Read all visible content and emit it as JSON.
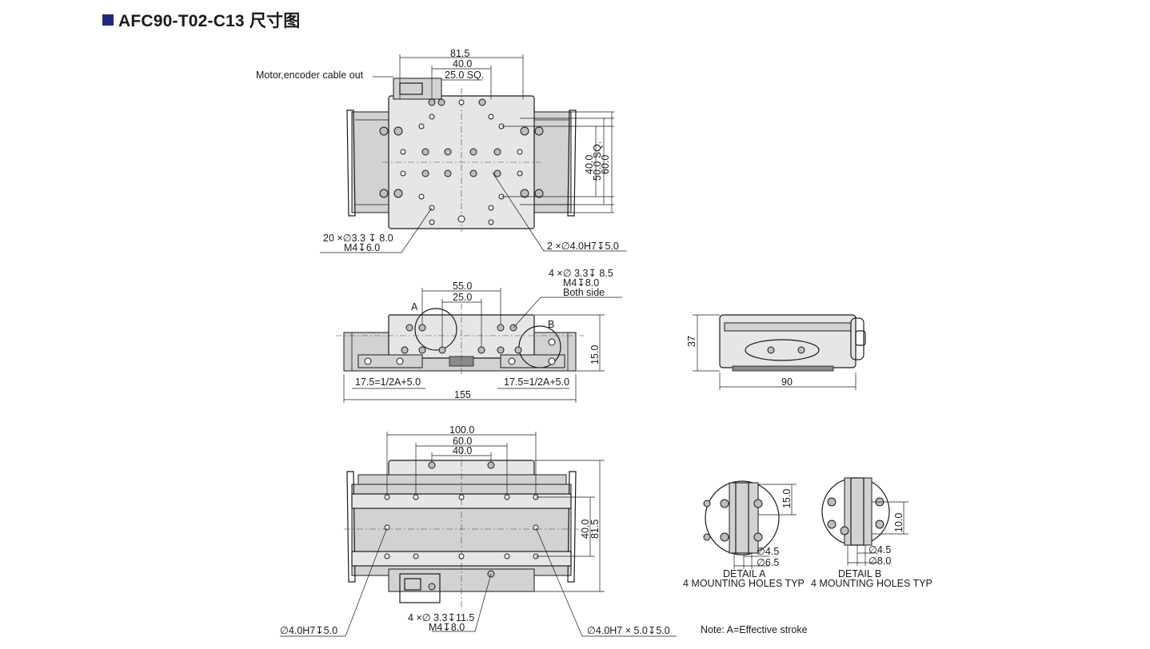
{
  "title": "AFC90-T02-C13 尺寸图",
  "top_view": {
    "dim_81_5": "81.5",
    "dim_40_0": "40.0",
    "dim_25_sq": "25.0 SQ.",
    "cable_label": "Motor,encoder cable out",
    "dim_v40": "40.0",
    "dim_v50": "50.0 SQ.",
    "dim_v60": "60.0",
    "holes_note_1": "20 ×∅3.3 ↧ 8.0",
    "holes_note_2": "M4↧6.0",
    "pin_note": "2 ×∅4.0H7↧5.0"
  },
  "side_view": {
    "dim_55": "55.0",
    "dim_25": "25.0",
    "note_1": "4 ×∅ 3.3↧ 8.5",
    "note_2": "M4↧8.0",
    "note_3": "Both side",
    "label_a": "A",
    "label_b": "B",
    "dim_15": "15.0",
    "dim_left": "17.5=1/2A+5.0",
    "dim_right": "17.5=1/2A+5.0",
    "dim_155": "155"
  },
  "end_view": {
    "dim_37": "37",
    "dim_90": "90"
  },
  "bottom_view": {
    "dim_100": "100.0",
    "dim_60": "60.0",
    "dim_40": "40.0",
    "dim_v40": "40.0",
    "dim_v81": "81.5",
    "note_left": "∅4.0H7↧5.0",
    "note_mid_1": "4 ×∅ 3.3↧11.5",
    "note_mid_2": "M4↧8.0",
    "note_right": "∅4.0H7 × 5.0↧5.0"
  },
  "detail_a": {
    "dim_15": "15.0",
    "dim_45": "∅4.5",
    "dim_65": "∅6.5",
    "label": "DETAIL A",
    "sub": "4 MOUNTING HOLES TYP"
  },
  "detail_b": {
    "dim_10": "10.0",
    "dim_45": "∅4.5",
    "dim_80": "∅8.0",
    "label": "DETAIL B",
    "sub": "4 MOUNTING HOLES TYP"
  },
  "note": "Note: A=Effective stroke"
}
